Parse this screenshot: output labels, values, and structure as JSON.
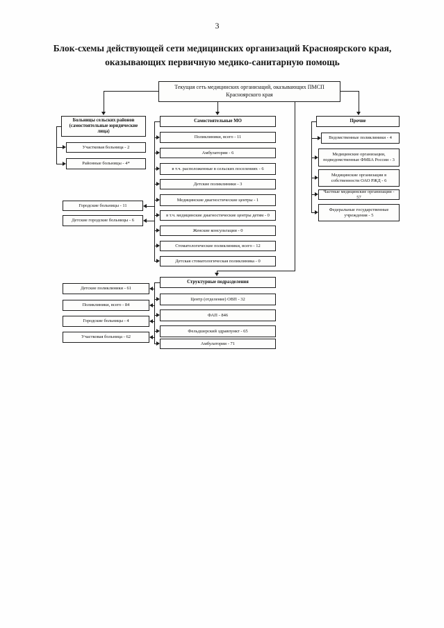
{
  "page": {
    "number": "3",
    "title": "Блок-схемы действующей сети медицинских организаций Красноярского края, оказывающих первичную медико-санитарную помощь"
  },
  "diagram": {
    "root": "Текущая сеть медицинских организаций, оказывающих ПМСП Красноярского края",
    "rural_hospitals": {
      "header": "Больницы сельских районов (самостоятельные юридические лица)",
      "items": [
        "Участковая больница - 2",
        "Районные больницы - 4*"
      ]
    },
    "city_hospitals": {
      "items": [
        "Городские больницы - 11",
        "Детские городские больницы - 6"
      ]
    },
    "independent_mo": {
      "header": "Самостоятельные МО",
      "items": [
        "Поликлиники, всего - 11",
        "Амбулатории - 6",
        "в т.ч. расположенные в сельских поселениях - 6",
        "Детские поликлиники - 3",
        "Медицинские диагностические центры - 1",
        "в т.ч. медицинские диагностические центры детям - 0",
        "Женские консультации - 0",
        "Стоматологические поликлиники, всего - 12",
        "Детская стоматологическая поликлиника - 0"
      ]
    },
    "other": {
      "header": "Прочие",
      "items": [
        "Ведомственные поликлиники - 4",
        "Медицинские организации, подведомственные ФМБА России - 3",
        "Медицинские организации в собственности ОАО РЖД - 6",
        "Частные медицинские организации - 57",
        "Федеральные государственные учреждения - 5"
      ]
    },
    "structural_feeders": {
      "items": [
        "Детские поликлиники - 61",
        "Поликлиники, всего - 84",
        "Городские больницы - 4",
        "Участковая больница - 62"
      ]
    },
    "structural": {
      "header": "Структурные подразделения",
      "items": [
        "Центр (отделение) ОВП - 32",
        "ФАП - 846",
        "Фельдшерский здравпункт - 65",
        "Амбулатории - 71"
      ]
    }
  }
}
